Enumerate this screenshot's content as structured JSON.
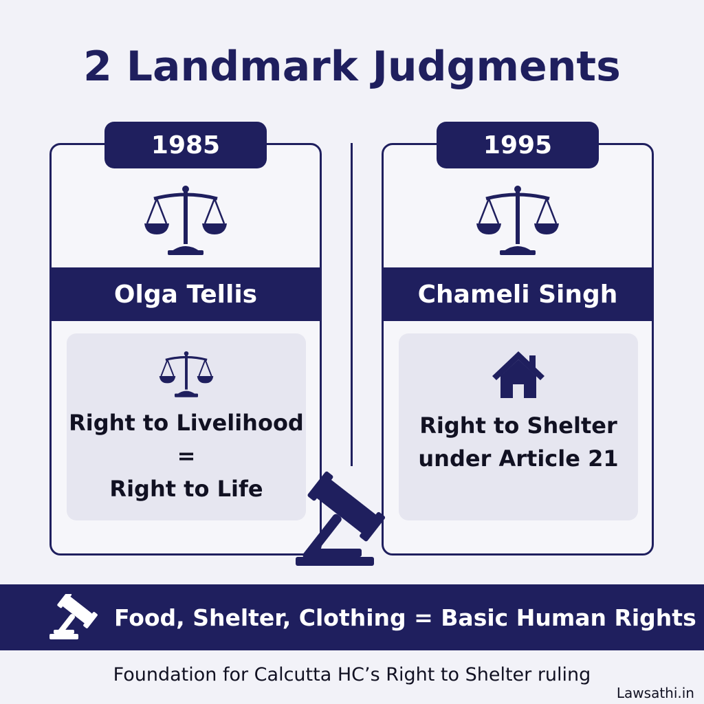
{
  "title": "2 Landmark Judgments",
  "cards": [
    {
      "year": "1985",
      "case_name": "Olga Tellis",
      "top_icon": "scales-of-justice-icon",
      "inner_icon": "scales-of-justice-icon",
      "lines": [
        "Right to Livelihood",
        "=",
        "Right to Life"
      ]
    },
    {
      "year": "1995",
      "case_name": "Chameli Singh",
      "top_icon": "scales-of-justice-icon",
      "inner_icon": "house-icon",
      "lines": [
        "Right to Shelter",
        "under Article 21"
      ]
    }
  ],
  "center_icon": "gavel-icon",
  "banner": {
    "icon": "gavel-icon",
    "text": "Food, Shelter, Clothing = Basic Human Rights"
  },
  "footer": "Foundation for Calcutta HC’s Right to Shelter ruling",
  "brand": "Lawsathi.in",
  "colors": {
    "navy": "#1f1f5e",
    "background": "#f2f2f8",
    "inner_box": "#e6e6f0"
  }
}
